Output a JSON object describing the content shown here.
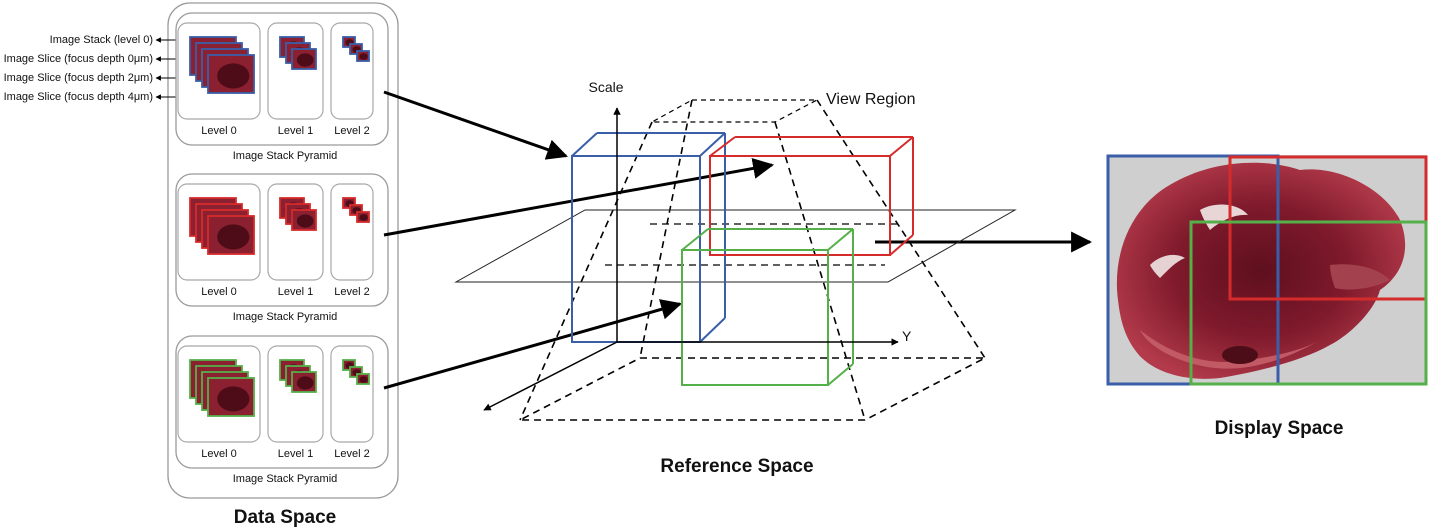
{
  "stack_annotations": [
    "Image Stack (level 0)",
    "Image Slice (focus depth 0μm)",
    "Image Slice (focus depth 2μm)",
    "Image Slice (focus depth 4μm)"
  ],
  "pyramids": [
    {
      "caption": "Image Stack Pyramid",
      "levels": [
        "Level 0",
        "Level 1",
        "Level 2"
      ],
      "color": "#3a5ea8"
    },
    {
      "caption": "Image Stack Pyramid",
      "levels": [
        "Level 0",
        "Level 1",
        "Level 2"
      ],
      "color": "#d62b2b"
    },
    {
      "caption": "Image Stack Pyramid",
      "levels": [
        "Level 0",
        "Level 1",
        "Level 2"
      ],
      "color": "#55b04a"
    }
  ],
  "data_space_title": "Data Space",
  "reference_space_title": "Reference Space",
  "display_space_title": "Display Space",
  "axis_scale_label": "Scale",
  "axis_y_label": "Y",
  "view_region_label": "View Region",
  "colors": {
    "blue": "#3a5ea8",
    "red": "#d62b2b",
    "green": "#55b04a",
    "tissue": "#7a1a2a",
    "tissue_light": "#b8404f",
    "panel_border": "#9a9a9a"
  }
}
